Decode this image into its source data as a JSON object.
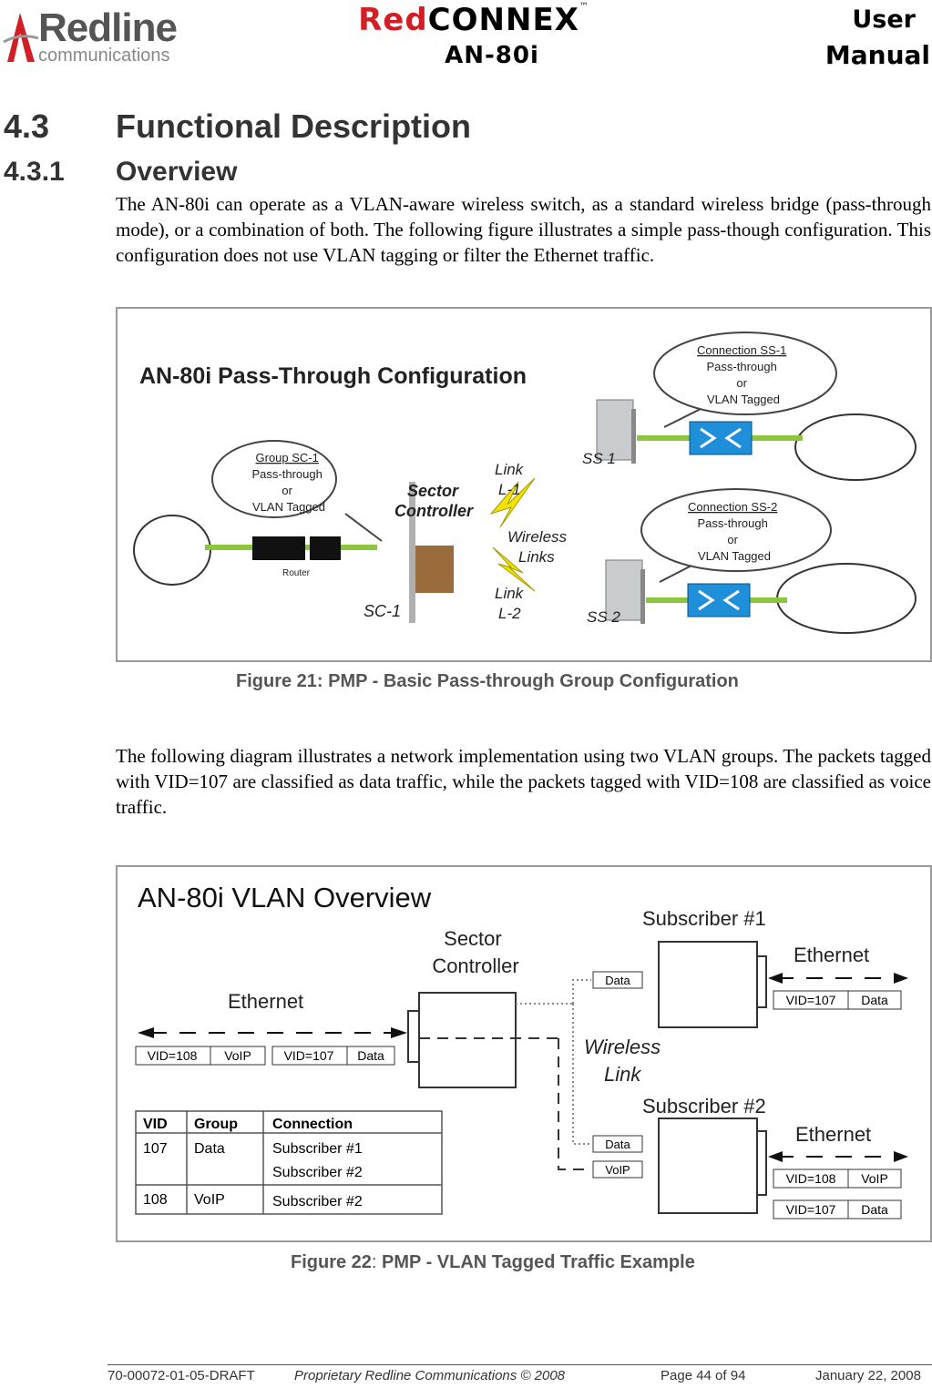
{
  "header": {
    "logo_word": "Redline",
    "logo_sub": "communications",
    "brand_red": "Red",
    "brand_black": "CONNEX",
    "brand_tm": "™",
    "model": "AN-80i",
    "title_line1": "User",
    "title_line2": "Manual"
  },
  "section": {
    "number": "4.3",
    "title": "Functional Description"
  },
  "subsection": {
    "number": "4.3.1",
    "title": "Overview"
  },
  "paragraph1": "The AN-80i can operate as a VLAN-aware wireless switch, as a standard wireless bridge (pass-through mode), or a combination of both. The following figure illustrates a simple pass-though configuration. This configuration does not use VLAN tagging or filter the Ethernet traffic.",
  "figure1": {
    "title": "AN-80i Pass-Through Configuration",
    "bubble_sc": [
      "Group SC-1",
      "Pass-through",
      "or",
      "VLAN Tagged"
    ],
    "bubble_ss1": [
      "Connection SS-1",
      "Pass-through",
      "or",
      "VLAN Tagged"
    ],
    "bubble_ss2": [
      "Connection SS-2",
      "Pass-through",
      "or",
      "VLAN Tagged"
    ],
    "sector_controller": [
      "Sector",
      "Controller"
    ],
    "link1": [
      "Link",
      "L-1"
    ],
    "link2": [
      "Link",
      "L-2"
    ],
    "wireless_links": [
      "Wireless",
      "Links"
    ],
    "router": "Router",
    "sc_label": "SC-1",
    "ss1_label": "SS 1",
    "ss2_label": "SS 2",
    "caption": "Figure 21: PMP - Basic Pass-through Group Configuration"
  },
  "paragraph2": "The following diagram illustrates a network implementation using two VLAN groups. The packets tagged with VID=107 are classified as data traffic, while the packets tagged with VID=108 are classified as voice traffic.",
  "figure2": {
    "title": "AN-80i VLAN Overview",
    "sector_controller": [
      "Sector",
      "Controller"
    ],
    "ethernet_left": "Ethernet",
    "ethernet_right": "Ethernet",
    "subscriber1": "Subscriber #1",
    "subscriber2": "Subscriber #2",
    "wireless_link": [
      "Wireless",
      "Link"
    ],
    "left_tags": [
      [
        "VID=108",
        "VoIP"
      ],
      [
        "VID=107",
        "Data"
      ]
    ],
    "sub1_tags": [
      [
        "VID=107",
        "Data"
      ]
    ],
    "sub2_tags": [
      [
        "VID=108",
        "VoIP"
      ],
      [
        "VID=107",
        "Data"
      ]
    ],
    "data_label": "Data",
    "voip_label": "VoIP",
    "table": {
      "headers": [
        "VID",
        "Group",
        "Connection"
      ],
      "rows": [
        [
          "107",
          "Data",
          "Subscriber #1",
          "Subscriber #2"
        ],
        [
          "108",
          "VoIP",
          "Subscriber #2",
          ""
        ]
      ]
    },
    "caption_prefix": "Figure 22",
    "caption_sep": ": ",
    "caption_text": "PMP - VLAN Tagged Traffic Example"
  },
  "footer": {
    "doc_id": "70-00072-01-05-DRAFT",
    "copyright": "Proprietary Redline Communications © 2008",
    "page": "Page 44 of 94",
    "date": "January 22, 2008"
  },
  "colors": {
    "brand_red": "#d21f26",
    "cable_green": "#8cc63f",
    "switch_blue": "#1e8fd8"
  }
}
